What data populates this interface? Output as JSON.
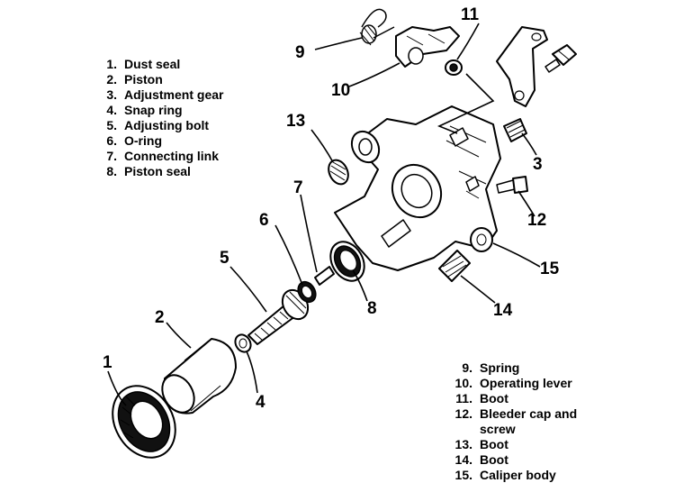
{
  "legend_left": [
    {
      "num": "1.",
      "text": "Dust seal"
    },
    {
      "num": "2.",
      "text": "Piston"
    },
    {
      "num": "3.",
      "text": "Adjustment gear"
    },
    {
      "num": "4.",
      "text": "Snap ring"
    },
    {
      "num": "5.",
      "text": "Adjusting bolt"
    },
    {
      "num": "6.",
      "text": "O-ring"
    },
    {
      "num": "7.",
      "text": "Connecting link"
    },
    {
      "num": "8.",
      "text": "Piston seal"
    }
  ],
  "legend_right": [
    {
      "num": "9.",
      "text": "Spring"
    },
    {
      "num": "10.",
      "text": "Operating lever"
    },
    {
      "num": "11.",
      "text": "Boot"
    },
    {
      "num": "12.",
      "text": "Bleeder cap and"
    },
    {
      "num": "",
      "text": "screw"
    },
    {
      "num": "13.",
      "text": "Boot"
    },
    {
      "num": "14.",
      "text": "Boot"
    },
    {
      "num": "15.",
      "text": "Caliper body"
    }
  ],
  "callouts": {
    "c1": "1",
    "c2": "2",
    "c3": "3",
    "c4": "4",
    "c5": "5",
    "c6": "6",
    "c7": "7",
    "c8": "8",
    "c9": "9",
    "c10": "10",
    "c11": "11",
    "c12": "12",
    "c13": "13",
    "c14": "14",
    "c15": "15"
  }
}
